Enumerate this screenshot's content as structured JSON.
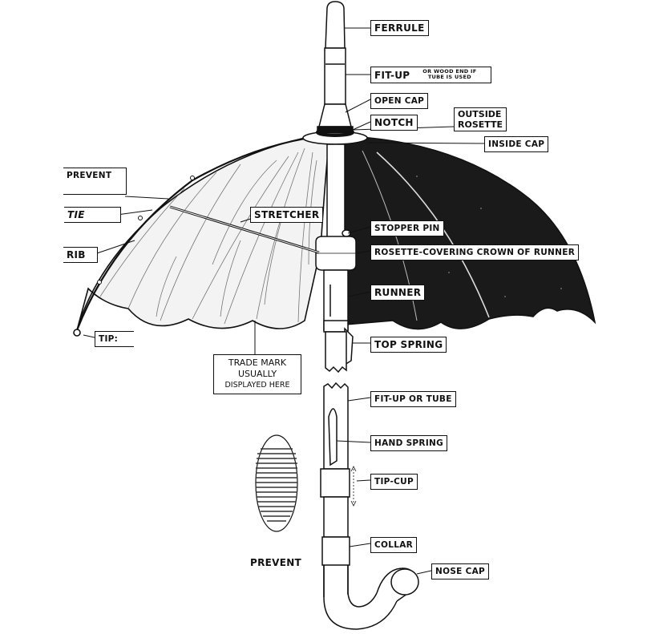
{
  "labels": {
    "ferrule": "FERRULE",
    "fit_up_top": "FIT-UP",
    "fit_up_top_note": "OR WOOD END IF TUBE IS USED",
    "open_cap": "OPEN CAP",
    "notch": "NOTCH",
    "outside_rosette_1": "OUTSIDE",
    "outside_rosette_2": "ROSETTE",
    "inside_cap": "INSIDE CAP",
    "prevent_top": "PREVENT",
    "tie": "TIE",
    "rib": "RIB",
    "tip": "TIP:",
    "stretcher": "STRETCHER",
    "stopper_pin": "STOPPER PIN",
    "rosette_crown": "ROSETTE-COVERING CROWN OF RUNNER",
    "runner": "RUNNER",
    "top_spring": "TOP SPRING",
    "trade_mark_1": "TRADE MARK",
    "trade_mark_2": "USUALLY",
    "trade_mark_3": "DISPLAYED HERE",
    "fit_up_tube": "FIT-UP OR TUBE",
    "hand_spring": "HAND SPRING",
    "tip_cup": "TIP-CUP",
    "collar": "COLLAR",
    "prevent_bottom": "PREVENT",
    "nose_cap": "NOSE CAP"
  },
  "colors": {
    "ink": "#111111",
    "paper": "#ffffff",
    "canopy_dark": "#1a1a1a"
  }
}
